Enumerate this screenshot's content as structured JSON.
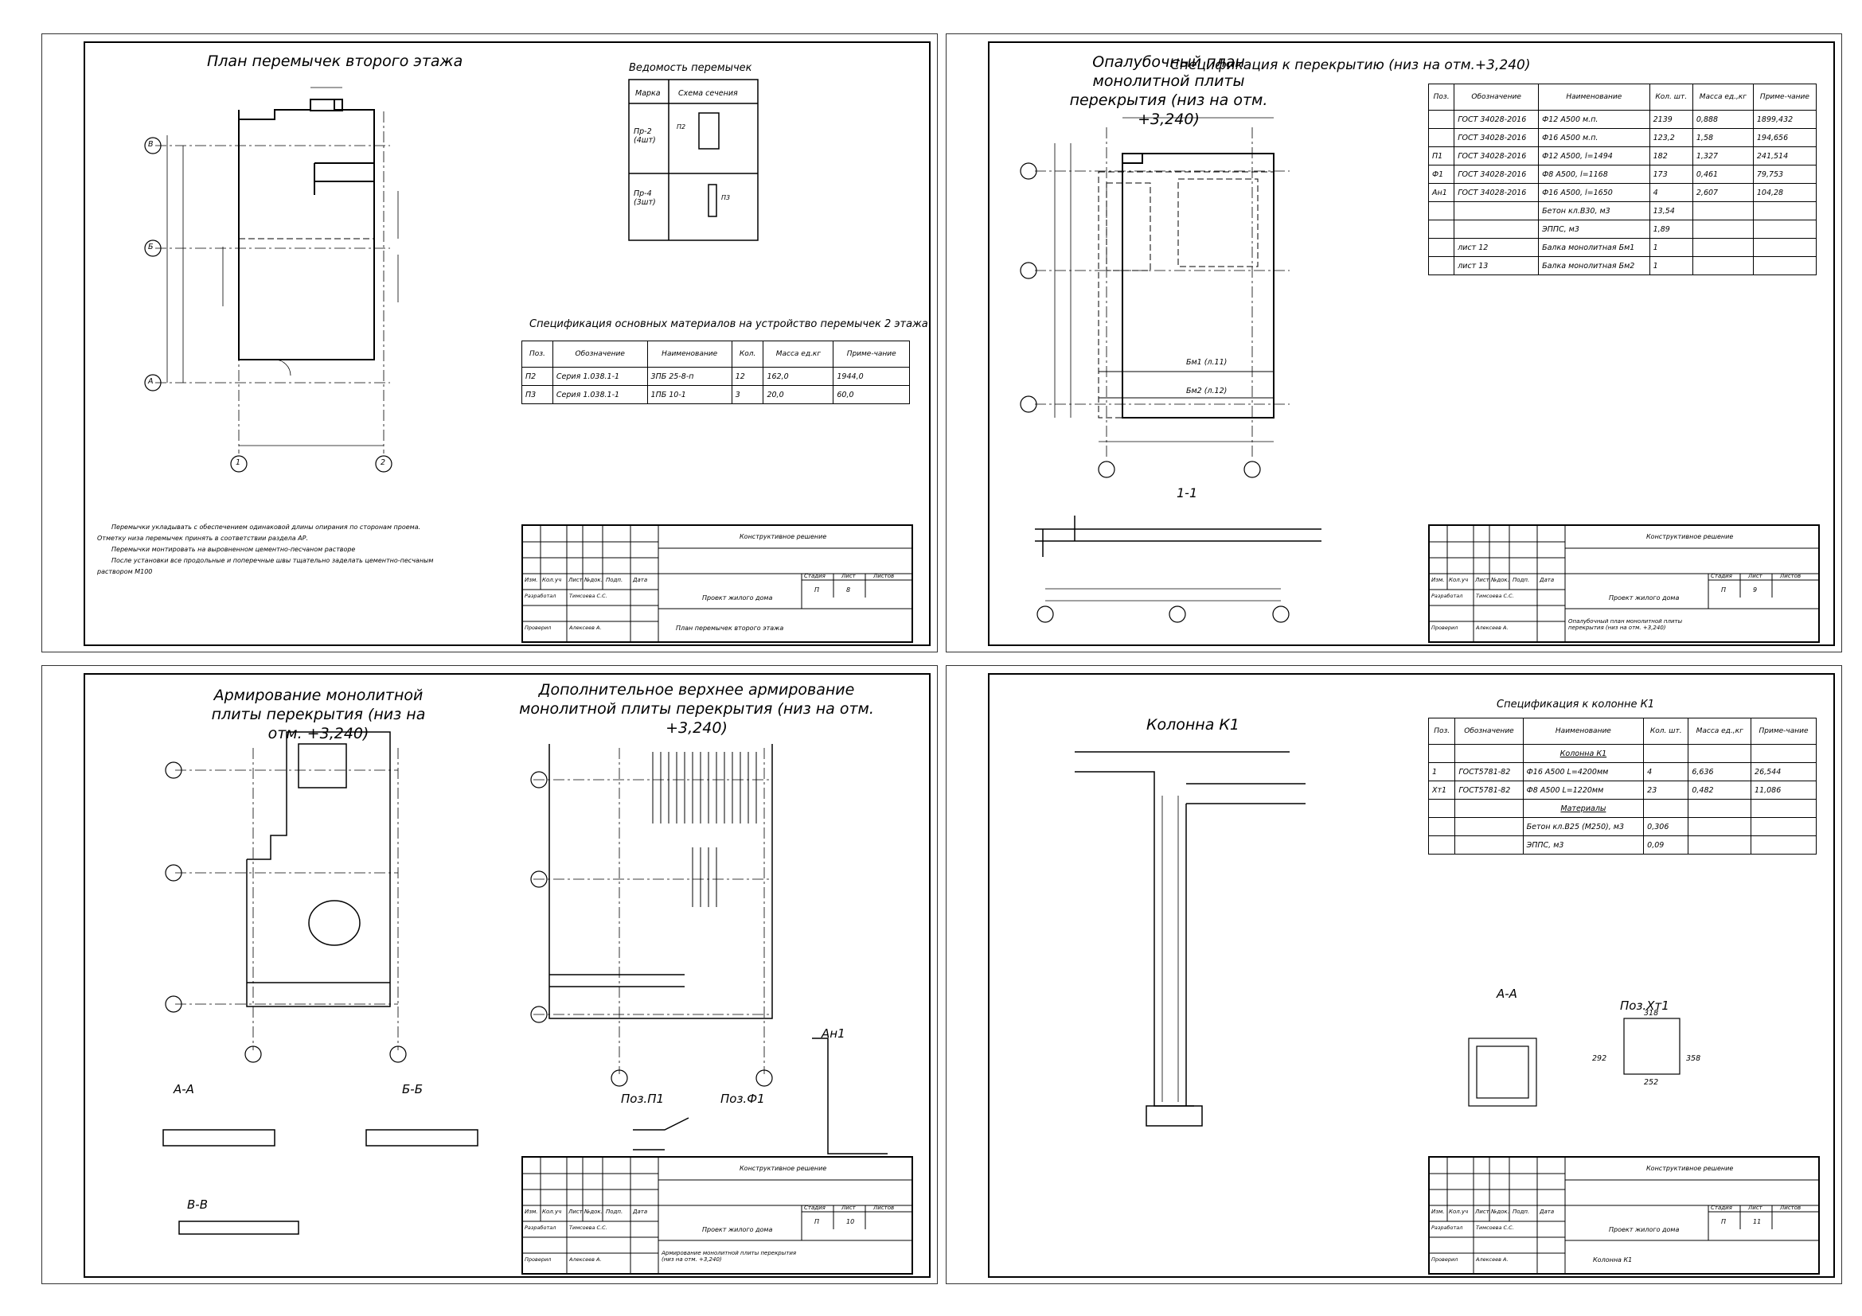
{
  "sheets": [
    {
      "title": "План перемычек второго этажа",
      "vedomost_title": "Ведомость перемычек",
      "vedomost_headers": [
        "Марка",
        "Схема сечения"
      ],
      "vedomost_rows": [
        {
          "mark": "Пр-2\n(4шт)",
          "label": "П2"
        },
        {
          "mark": "Пр-4\n(3шт)",
          "label": "П3"
        }
      ],
      "spec_title": "Спецификация основных материалов на устройство перемычек 2 этажа",
      "spec_headers": [
        "Поз.",
        "Обозначение",
        "Наименование",
        "Кол.",
        "Масса ед.кг",
        "Приме-чание"
      ],
      "spec_rows": [
        [
          "П2",
          "Серия 1.038.1-1",
          "3ПБ 25-8-п",
          "12",
          "162,0",
          "1944,0"
        ],
        [
          "П3",
          "Серия 1.038.1-1",
          "1ПБ 10-1",
          "3",
          "20,0",
          "60,0"
        ]
      ],
      "notes": [
        "Перемычки укладывать с обеспечением одинаковой длины опирания по сторонам проема.",
        "Отметку низа перемычек принять в соответствии раздела АР.",
        "Перемычки монтировать на выровненном цементно-песчаном растворе",
        "После установки все продольные и поперечные швы тщательно заделать цементно-песчаным",
        "раствором М100"
      ],
      "axes": [
        "В",
        "Б",
        "А",
        "1",
        "2"
      ],
      "stamp": {
        "project": "Конструктивное решение",
        "object": "Проект жилого дома",
        "stage": "П",
        "sheet": "8",
        "name": "План перемычек второго этажа"
      }
    },
    {
      "title": "Опалубочный план монолитной плиты перекрытия (низ на отм. +3,240)",
      "spec_title": "Спецификация к перекрытию (низ на отм.+3,240)",
      "spec_headers": [
        "Поз.",
        "Обозначение",
        "Наименование",
        "Кол. шт.",
        "Масса ед.,кг",
        "Приме-чание"
      ],
      "spec_rows": [
        [
          "",
          "ГОСТ 34028-2016",
          "Ф12 А500                 м.п.",
          "2139",
          "0,888",
          "1899,432"
        ],
        [
          "",
          "ГОСТ 34028-2016",
          "Ф16 А500                 м.п.",
          "123,2",
          "1,58",
          "194,656"
        ],
        [
          "П1",
          "ГОСТ 34028-2016",
          "Ф12 А500, l=1494",
          "182",
          "1,327",
          "241,514"
        ],
        [
          "Ф1",
          "ГОСТ 34028-2016",
          "Ф8 А500, l=1168",
          "173",
          "0,461",
          "79,753"
        ],
        [
          "Ан1",
          "ГОСТ 34028-2016",
          "Ф16 А500, l=1650",
          "4",
          "2,607",
          "104,28"
        ],
        [
          "",
          "",
          "Бетон кл.В30,           м3",
          "13,54",
          "",
          ""
        ],
        [
          "",
          "",
          "ЭППС,                    м3",
          "1,89",
          "",
          ""
        ],
        [
          "",
          "лист 12",
          "Балка монолитная Бм1",
          "1",
          "",
          ""
        ],
        [
          "",
          "лист 13",
          "Балка монолитная Бм2",
          "1",
          "",
          ""
        ]
      ],
      "section": "1-1",
      "labels": [
        "Бм1 (л.11)",
        "Бм2 (л.12)"
      ],
      "stamp": {
        "project": "Конструктивное решение",
        "object": "Проект жилого дома",
        "stage": "П",
        "sheet": "9",
        "name": "Опалубочный план монолитной плиты перекрытия (низ на отм. +3,240)"
      }
    },
    {
      "title": "Армирование монолитной плиты перекрытия (низ на отм. +3,240)",
      "title2": "Дополнительное верхнее армирование монолитной плиты перекрытия (низ на отм. +3,240)",
      "sections": [
        "А-А",
        "Б-Б",
        "В-В"
      ],
      "pos": [
        "Поз.П1",
        "Поз.Ф1",
        "Ан1"
      ],
      "stamp": {
        "project": "Конструктивное решение",
        "object": "Проект жилого дома",
        "stage": "П",
        "sheet": "10",
        "name": "Армирование монолитной плиты перекрытия (низ на отм. +3,240)"
      }
    },
    {
      "title": "Колонна К1",
      "spec_title": "Спецификация к колонне К1",
      "spec_headers": [
        "Поз.",
        "Обозначение",
        "Наименование",
        "Кол. шт.",
        "Масса ед.,кг",
        "Приме-чание"
      ],
      "spec_group1": "Колонна К1",
      "spec_rows": [
        [
          "1",
          "ГОСТ5781-82",
          "Ф16 А500         L=4200мм",
          "4",
          "6,636",
          "26,544"
        ],
        [
          "Хт1",
          "ГОСТ5781-82",
          "Ф8 А500         L=1220мм",
          "23",
          "0,482",
          "11,086"
        ]
      ],
      "spec_group2": "Материалы",
      "spec_rows2": [
        [
          "",
          "",
          "Бетон кл.В25 (М250), м3",
          "0,306",
          "",
          ""
        ],
        [
          "",
          "",
          "ЭППС, м3",
          "0,09",
          "",
          ""
        ]
      ],
      "sections": [
        "А-А",
        "Поз.Хт1"
      ],
      "xt_dims": [
        "318",
        "292",
        "358",
        "252"
      ],
      "stamp": {
        "project": "Конструктивное решение",
        "object": "Проект жилого дома",
        "stage": "П",
        "sheet": "11",
        "name": "Колонна К1"
      }
    }
  ],
  "stamp_headers": {
    "izm": "Изм.",
    "kol": "Кол.уч",
    "list": "Лист",
    "ndok": "№док.",
    "podp": "Подп.",
    "data": "Дата",
    "razrab": "Разработал",
    "razrab_name": "Тимсоева С.С.",
    "prov": "Проверил",
    "prov_name": "Алексеев А.",
    "stadiya": "Стадия",
    "list2": "Лист",
    "listov": "Листов"
  }
}
